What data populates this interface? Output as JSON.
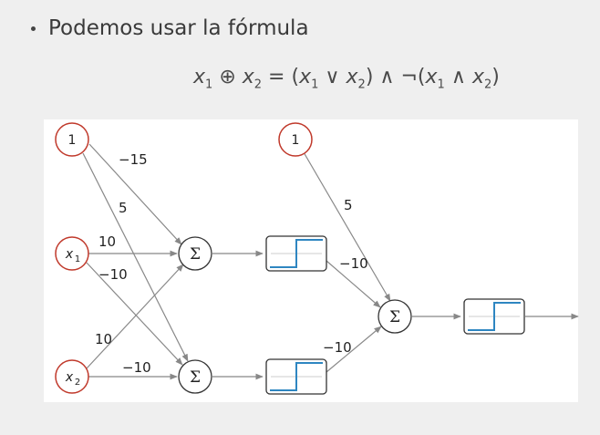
{
  "slide": {
    "bullet_text": "Podemos usar la fórmula",
    "formula": {
      "x1": "x",
      "sub1": "1",
      "xor": "⊕",
      "x2": "x",
      "sub2": "2",
      "rest": " = (",
      "or": "∨",
      "and": ") ∧ ¬(",
      "and2": "∧",
      "close": ")"
    }
  },
  "diagram": {
    "inputs": {
      "bias1": "1",
      "x1": "x",
      "x1_sub": "1",
      "x2": "x",
      "x2_sub": "2",
      "bias2": "1"
    },
    "sum_symbol": "Σ",
    "weights": {
      "bias1_to_top": "−15",
      "bias1_to_bottom": "5",
      "x1_to_top": "10",
      "x1_to_bottom": "−10",
      "x2_to_top": "10",
      "x2_to_bottom": "−10",
      "bias2_to_out": "5",
      "top_to_out": "−10",
      "bottom_to_out": "−10"
    },
    "colors": {
      "input_border": "#c0392b",
      "step_line": "#2e86c1",
      "edge": "#888888"
    },
    "icons": [
      "step-function-icon"
    ]
  }
}
